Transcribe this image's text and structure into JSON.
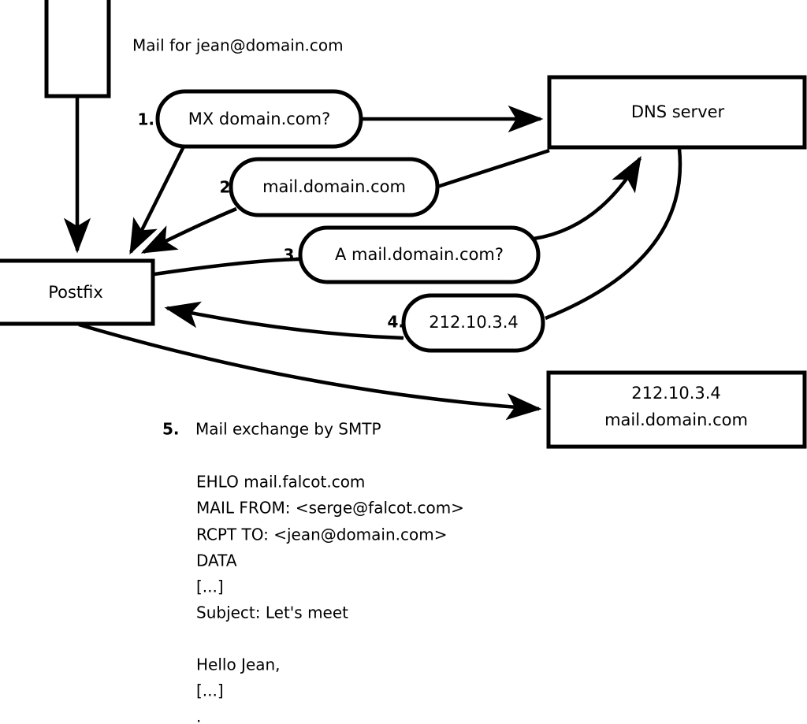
{
  "diagram": {
    "title_text": "Mail for jean@domain.com",
    "nodes": [
      {
        "id": "sender",
        "label": ""
      },
      {
        "id": "postfix",
        "label": "Postfix"
      },
      {
        "id": "dns",
        "label": "DNS server"
      },
      {
        "id": "mailserver",
        "line1": "212.10.3.4",
        "line2": "mail.domain.com"
      }
    ],
    "steps": [
      {
        "num": "1.",
        "label": "MX domain.com?"
      },
      {
        "num": "2.",
        "label": "mail.domain.com"
      },
      {
        "num": "3.",
        "label": "A mail.domain.com?"
      },
      {
        "num": "4.",
        "label": "212.10.3.4"
      }
    ],
    "step5": {
      "num": "5.",
      "label": "Mail exchange by SMTP"
    },
    "smtp_transcript": [
      "EHLO mail.falcot.com",
      "MAIL FROM: <serge@falcot.com>",
      "RCPT TO: <jean@domain.com>",
      "DATA",
      "[...]",
      "Subject: Let's meet",
      "",
      "Hello Jean,",
      "[...]",
      "",
      "."
    ],
    "colors": {
      "stroke": "#000000",
      "fill": "#ffffff",
      "background": "#ffffff"
    }
  }
}
